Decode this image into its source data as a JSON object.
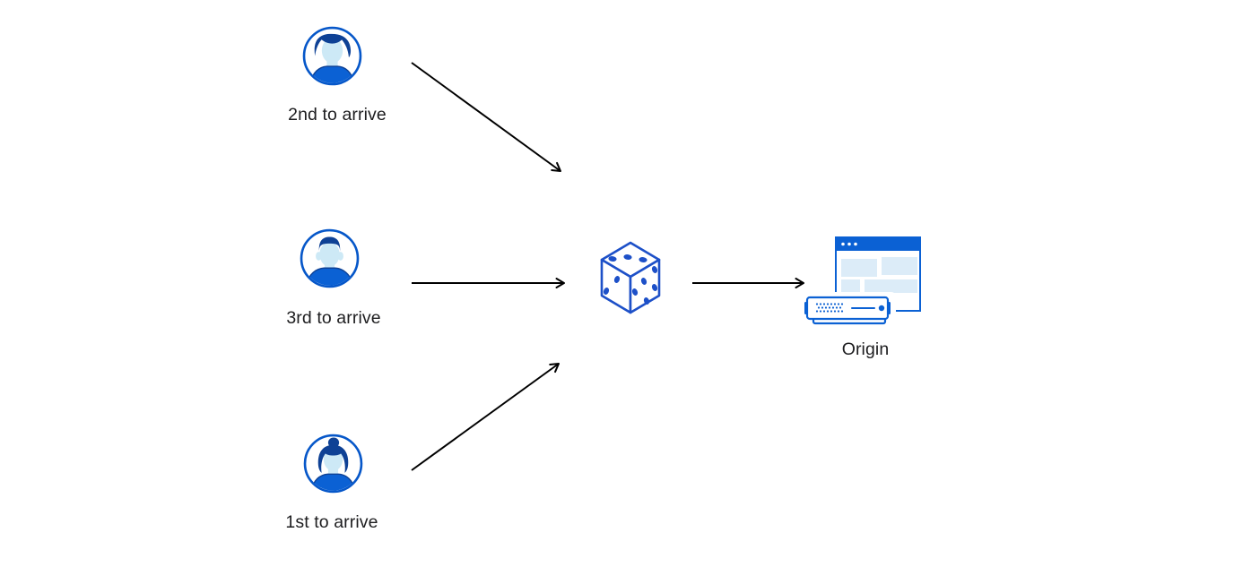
{
  "diagram": {
    "clients": [
      {
        "label": "2nd to arrive",
        "avatar_icon": "man-swept-hair-avatar-icon"
      },
      {
        "label": "3rd to arrive",
        "avatar_icon": "man-flat-top-avatar-icon"
      },
      {
        "label": "1st to arrive",
        "avatar_icon": "woman-bun-avatar-icon"
      }
    ],
    "randomizer": {
      "icon": "dice-icon"
    },
    "origin": {
      "label": "Origin",
      "icon": "origin-server-browser-icon"
    },
    "flows": [
      "client-2nd-to-dice",
      "client-3rd-to-dice",
      "client-1st-to-dice",
      "dice-to-origin"
    ]
  },
  "colors": {
    "background": "#ffffff",
    "text": "#1d1d1f",
    "arrow": "#000000",
    "ring_blue": "#0657c9",
    "navy": "#0e4195",
    "face_blue": "#cde9f6",
    "shirt_blue": "#0b61d4",
    "panel_blue": "#dcecf8",
    "dice_blue": "#1d50c8"
  }
}
